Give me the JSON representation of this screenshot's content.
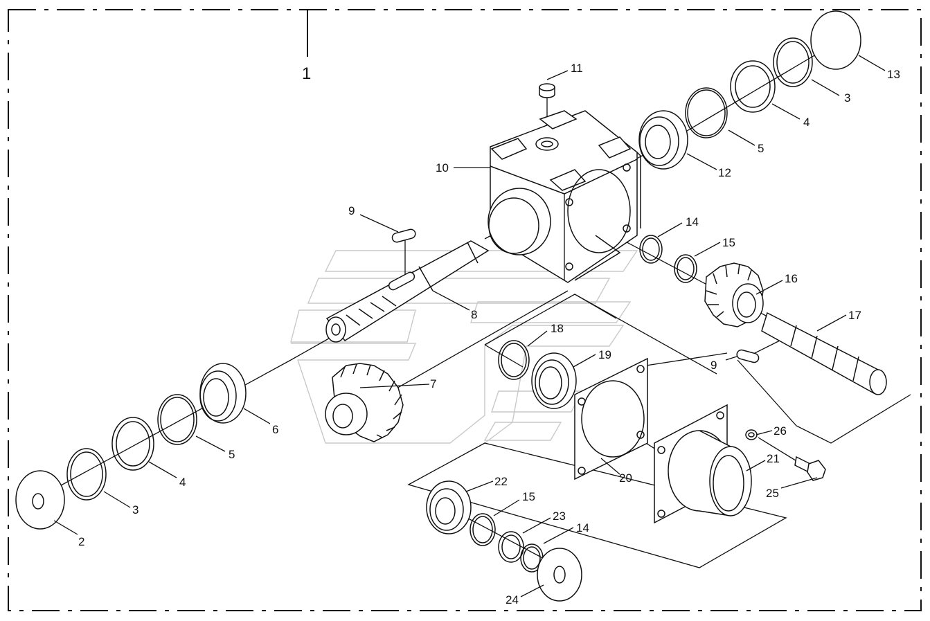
{
  "diagram": {
    "assembly_label": "1",
    "parts": [
      {
        "id": "p2",
        "label": "2"
      },
      {
        "id": "p3a",
        "label": "3"
      },
      {
        "id": "p3b",
        "label": "3"
      },
      {
        "id": "p4a",
        "label": "4"
      },
      {
        "id": "p4b",
        "label": "4"
      },
      {
        "id": "p5a",
        "label": "5"
      },
      {
        "id": "p5b",
        "label": "5"
      },
      {
        "id": "p6",
        "label": "6"
      },
      {
        "id": "p7",
        "label": "7"
      },
      {
        "id": "p8",
        "label": "8"
      },
      {
        "id": "p9a",
        "label": "9"
      },
      {
        "id": "p9b",
        "label": "9"
      },
      {
        "id": "p10",
        "label": "10"
      },
      {
        "id": "p11",
        "label": "11"
      },
      {
        "id": "p12",
        "label": "12"
      },
      {
        "id": "p13",
        "label": "13"
      },
      {
        "id": "p14a",
        "label": "14"
      },
      {
        "id": "p14b",
        "label": "14"
      },
      {
        "id": "p15a",
        "label": "15"
      },
      {
        "id": "p15b",
        "label": "15"
      },
      {
        "id": "p16",
        "label": "16"
      },
      {
        "id": "p17",
        "label": "17"
      },
      {
        "id": "p18",
        "label": "18"
      },
      {
        "id": "p19",
        "label": "19"
      },
      {
        "id": "p20",
        "label": "20"
      },
      {
        "id": "p21",
        "label": "21"
      },
      {
        "id": "p22",
        "label": "22"
      },
      {
        "id": "p23",
        "label": "23"
      },
      {
        "id": "p24",
        "label": "24"
      },
      {
        "id": "p25",
        "label": "25"
      },
      {
        "id": "p26",
        "label": "26"
      }
    ]
  }
}
